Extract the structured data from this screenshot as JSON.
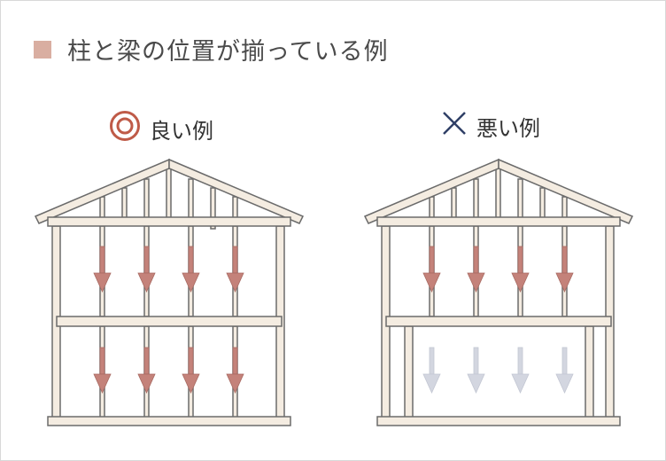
{
  "title": "柱と梁の位置が揃っている例",
  "colors": {
    "accent_square": "#d9aea1",
    "wood_fill": "#f4ece1",
    "wood_stroke": "#6b6b6b",
    "arrow_load": "#c4827a",
    "arrow_faint": "#d3d6e0",
    "good_mark": "#bf5b48",
    "bad_mark": "#2f3f66"
  },
  "examples": [
    {
      "label": "良い例",
      "icon": "double-circle-icon"
    },
    {
      "label": "悪い例",
      "icon": "cross-icon"
    }
  ]
}
